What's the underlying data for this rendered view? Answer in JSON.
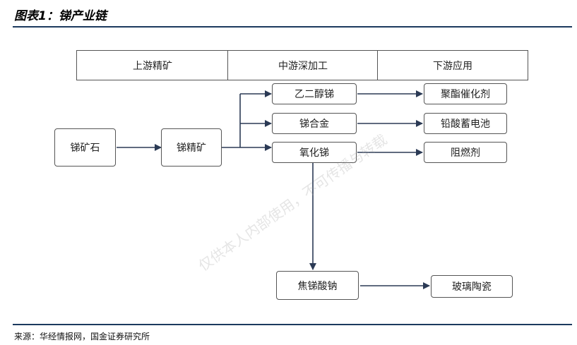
{
  "title": "图表1：锑产业链",
  "source": "来源：华经情报网，国金证券研究所",
  "watermark": "仅供本人内部使用，不可传播与转载",
  "stages": [
    "上游精矿",
    "中游深加工",
    "下游应用"
  ],
  "nodes": {
    "ore": "锑矿石",
    "concentrate": "锑精矿",
    "glycol": "乙二醇锑",
    "alloy": "锑合金",
    "oxide": "氧化锑",
    "polyester": "聚酯催化剂",
    "battery": "铅酸蓄电池",
    "flame": "阻燃剂",
    "pyro": "焦锑酸钠",
    "glass": "玻璃陶瓷"
  }
}
